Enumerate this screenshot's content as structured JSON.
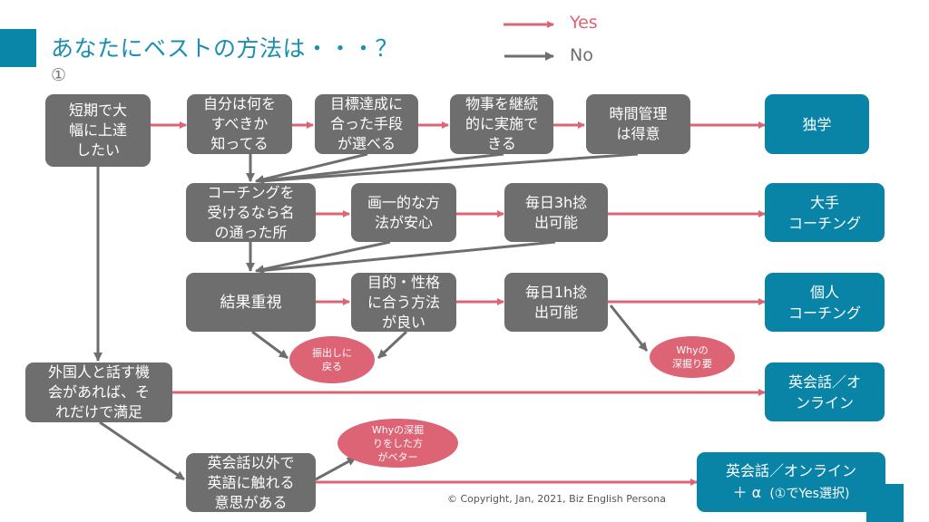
{
  "header": {
    "title": "あなたにベストの方法は・・・？",
    "subtitle": "①"
  },
  "legend": {
    "yes_label": "Yes",
    "no_label": "No",
    "yes_color": "#dc6474",
    "no_color": "#6e6e6e"
  },
  "colors": {
    "question_box": "#6e6e6e",
    "result_box": "#0a84a6",
    "note_oval": "#dc6474",
    "title": "#1a8fb0"
  },
  "questions": {
    "q_short_term": "短期で大\n幅に上達\nしたい",
    "q_know_what": "自分は何を\nすべきか\n知ってる",
    "q_choose_means": "目標達成に\n合った手段\nが選べる",
    "q_continue": "物事を継続\n的に実施で\nきる",
    "q_time_mgmt": "時間管理\nは得意",
    "q_famous_coach": "コーチングを\n受けるなら名\nの通った所",
    "q_uniform": "画一的な方\n法が安心",
    "q_3h": "毎日3h捻\n出可能",
    "q_results": "結果重視",
    "q_fit_method": "目的・性格\nに合う方法\nが良い",
    "q_1h": "毎日1h捻\n出可能",
    "q_foreigners": "外国人と話す機\n会があれば、そ\nれだけで満足",
    "q_other_english": "英会話以外で\n英語に触れる\n意思がある"
  },
  "results": {
    "self_study": "独学",
    "major_coaching": "大手\nコーチング",
    "personal_coaching": "個人\nコーチング",
    "conversation_online": "英会話／オ\nンライン",
    "conversation_plus_main": "英会話／オンライン",
    "conversation_plus_alpha": "＋ α",
    "conversation_plus_note": "(①でYes選択)"
  },
  "notes": {
    "back_to_start": "振出しに\n戻る",
    "why_dig_required": "Whyの\n深掘り要",
    "why_dig_better": "Whyの深掘\nりをした方\nがベター"
  },
  "footer": {
    "copyright": "© Copyright, Jan, 2021, Biz English Persona"
  }
}
